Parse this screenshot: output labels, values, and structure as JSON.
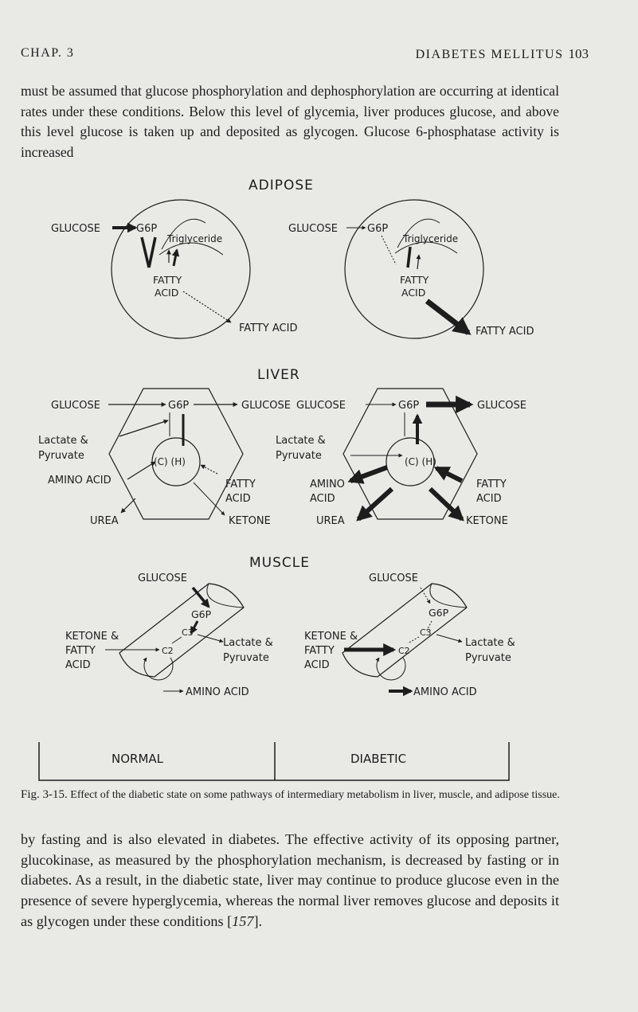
{
  "header": {
    "chapter": "CHAP. 3",
    "running_title": "DIABETES MELLITUS",
    "page_number": "103"
  },
  "paragraph_top": "must be assumed that glucose phosphorylation and dephosphorylation are occurring at identical rates under these conditions. Below this level of glycemia, liver produces glucose, and above this level glucose is taken up and deposited as glycogen. Glucose 6-phosphatase activity is increased",
  "figure": {
    "sections": {
      "adipose": "ADIPOSE",
      "liver": "LIVER",
      "muscle": "MUSCLE"
    },
    "labels": {
      "glucose": "GLUCOSE",
      "g6p": "G6P",
      "triglyceride": "Triglyceride",
      "fatty": "FATTY",
      "acid": "ACID",
      "fatty_acid": "FATTY ACID",
      "lactate_and": "Lactate &",
      "pyruvate": "Pyruvate",
      "amino_acid": "AMINO ACID",
      "amino": "AMINO",
      "urea": "UREA",
      "ketone": "KETONE",
      "c_h": "(C) (H)",
      "ketone_and": "KETONE &",
      "c3": "C3",
      "c2": "C2"
    },
    "columns": {
      "normal": "NORMAL",
      "diabetic": "DIABETIC"
    }
  },
  "caption": {
    "fig_label": "Fig. 3-15.",
    "text": "Effect of the diabetic state on some pathways of intermediary metabolism in liver, muscle, and adipose tissue."
  },
  "paragraph_bottom_before": "by fasting and is also elevated in diabetes. The effective activity of its opposing partner, glucokinase, as measured by the phosphorylation mechanism, is decreased by fasting or in diabetes. As a result, in the diabetic state, liver may continue to produce glucose even in the presence of severe hyperglycemia, whereas the normal liver removes glucose and deposits it as glycogen under these conditions [",
  "reference": "157",
  "paragraph_bottom_after": "]."
}
